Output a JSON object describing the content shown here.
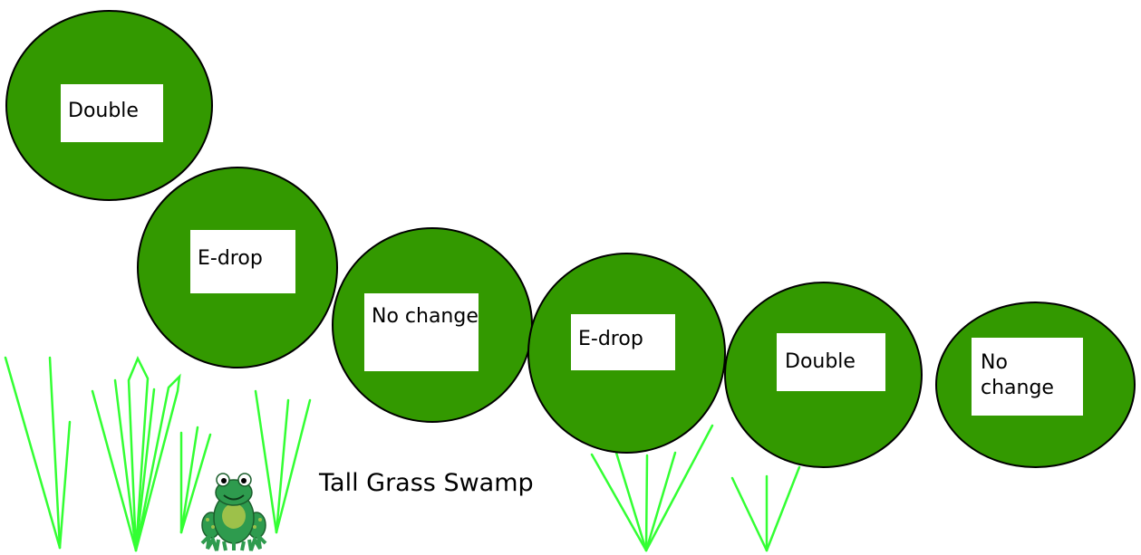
{
  "colors": {
    "pad_fill": "#339900",
    "pad_outline": "#000000",
    "grass": "#33ff33",
    "frog_body": "#2e9b4e",
    "frog_belly": "#9dc14a"
  },
  "lily_pads": [
    {
      "label": "Double"
    },
    {
      "label": "E-drop"
    },
    {
      "label": "No change"
    },
    {
      "label": "E-drop"
    },
    {
      "label": "Double"
    },
    {
      "label": "No change"
    }
  ],
  "scene": {
    "title": "Tall Grass Swamp",
    "frog_icon": "frog-icon",
    "grass_icon": "grass-icon"
  }
}
